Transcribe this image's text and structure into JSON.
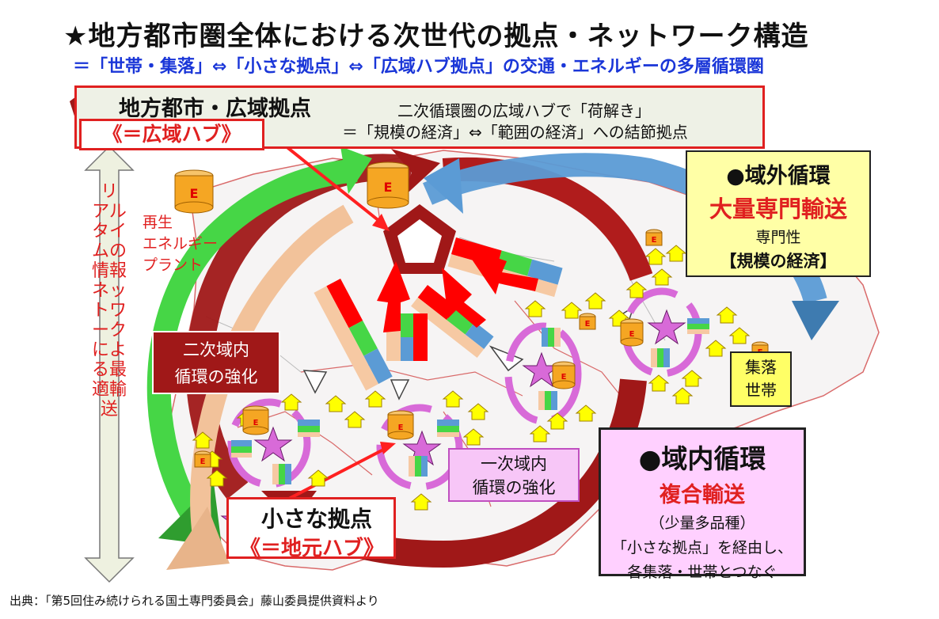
{
  "title": "★地方都市圏全体における次世代の拠点・ネットワーク構造",
  "subtitle": "＝「世帯・集落」⇔「小さな拠点」⇔「広域ハブ拠点」の交通・エネルギーの多層循環圏",
  "hub": {
    "title": "地方都市・広域拠点",
    "equals": "《＝広域ハブ》",
    "desc_line1": "二次循環圏の広域ハブで「荷解き」",
    "desc_line2": "＝「規模の経済」⇔「範囲の経済」への結節拠点"
  },
  "vertical_arrow_label": "リアルタイムの情報ネットワークによる最適輸送",
  "energy_plant": {
    "label_line1": "再生",
    "label_line2": "エネルギー",
    "label_line3": "プラント",
    "tank_letter": "E"
  },
  "external_cycle": {
    "title": "●域外循環",
    "subtitle": "大量専門輸送",
    "line1": "専門性",
    "line2": "【規模の経済】"
  },
  "secondary_cycle": {
    "line1": "二次域内",
    "line2": "循環の強化"
  },
  "settlement": {
    "line1": "集落",
    "line2": "世帯"
  },
  "primary_cycle": {
    "line1": "一次域内",
    "line2": "循環の強化"
  },
  "internal_cycle": {
    "title": "●域内循環",
    "subtitle": "複合輸送",
    "line1": "（少量多品種）",
    "line2": "「小さな拠点」を経由し、",
    "line3": "各集落・世帯とつなぐ"
  },
  "local_hub": {
    "title": "小さな拠点",
    "equals": "《＝地元ハブ》"
  },
  "source": "出典：「第5回住み続けられる国土専門委員会」藤山委員提供資料より",
  "colors": {
    "hub_red": "#e02020",
    "dark_red": "#a01818",
    "text_blue": "#1a36d8",
    "star": "#d86ad8",
    "house": "#ffff00",
    "tank": "#f5a623",
    "green_arrow": "#46d646",
    "blue_arrow": "#5b9bd5",
    "peach_arrow": "#f2c29a"
  }
}
